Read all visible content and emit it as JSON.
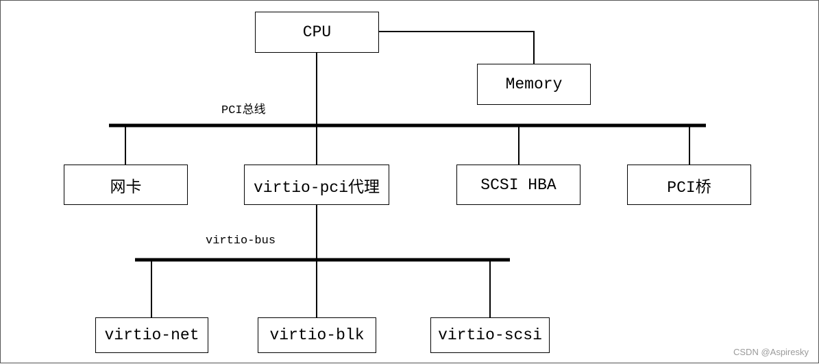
{
  "nodes": {
    "cpu": "CPU",
    "memory": "Memory",
    "nic": "网卡",
    "virtio_pci": "virtio-pci代理",
    "scsi_hba": "SCSI HBA",
    "pci_bridge": "PCI桥",
    "virtio_net": "virtio-net",
    "virtio_blk": "virtio-blk",
    "virtio_scsi": "virtio-scsi"
  },
  "buses": {
    "pci": "PCI总线",
    "virtio": "virtio-bus"
  },
  "edges": [
    [
      "cpu",
      "memory"
    ],
    [
      "cpu",
      "pci"
    ],
    [
      "pci",
      "nic"
    ],
    [
      "pci",
      "virtio_pci"
    ],
    [
      "pci",
      "scsi_hba"
    ],
    [
      "pci",
      "pci_bridge"
    ],
    [
      "virtio_pci",
      "virtio"
    ],
    [
      "virtio",
      "virtio_net"
    ],
    [
      "virtio",
      "virtio_blk"
    ],
    [
      "virtio",
      "virtio_scsi"
    ]
  ],
  "watermark": "CSDN @Aspiresky",
  "colors": {
    "line": "#000000",
    "box_border": "#000000",
    "watermark": "#9a9a9a"
  }
}
